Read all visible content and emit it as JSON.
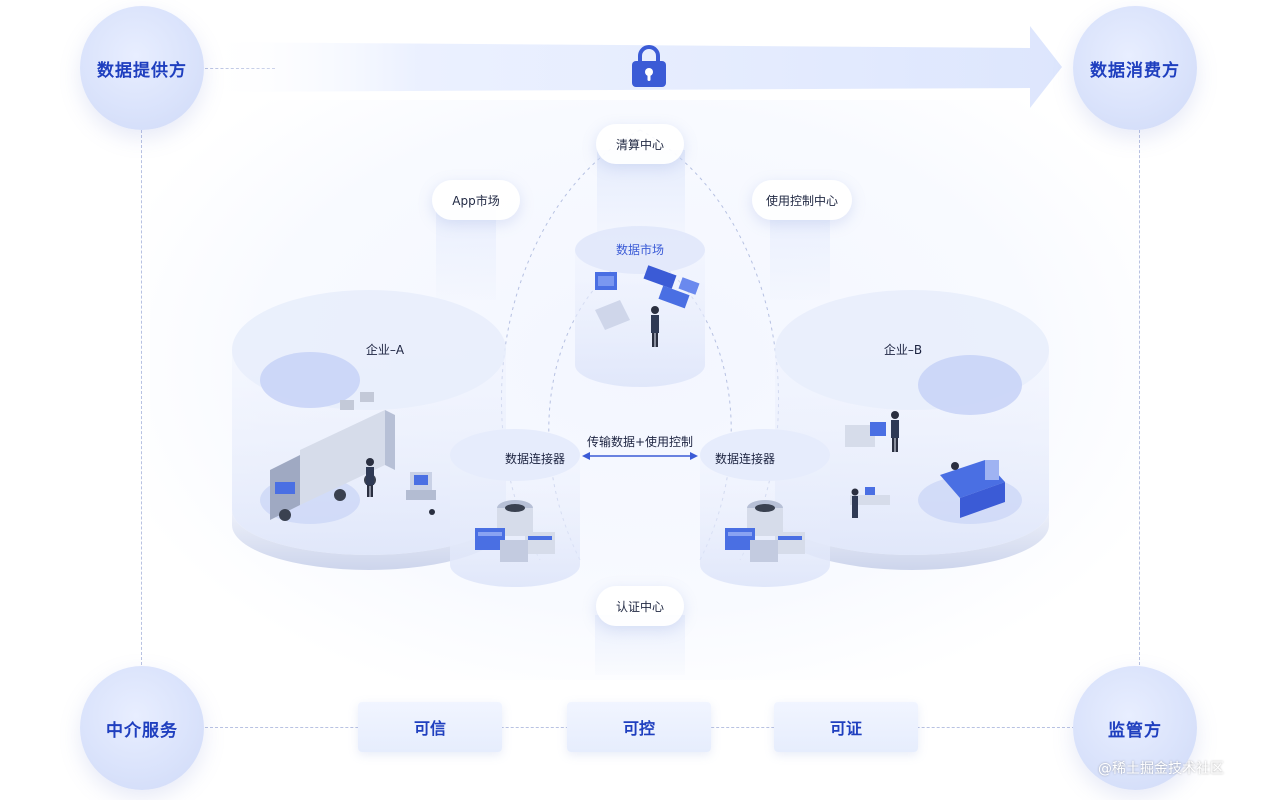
{
  "roles": {
    "provider": "数据提供方",
    "consumer": "数据消费方",
    "intermediary": "中介服务",
    "regulator": "监管方"
  },
  "centers": {
    "clearing": "清算中心",
    "app_market": "App市场",
    "usage_control": "使用控制中心",
    "data_market": "数据市场",
    "certification": "认证中心"
  },
  "enterprises": {
    "a": "企业–A",
    "b": "企业–B"
  },
  "connectors": {
    "left": "数据连接器",
    "right": "数据连接器",
    "link_label": "传输数据+使用控制"
  },
  "trust_pillars": [
    "可信",
    "可控",
    "可证"
  ],
  "watermark": "@稀土掘金技术社区",
  "colors": {
    "accent": "#1f3fbf",
    "platform": "#e6ecfb",
    "equipment": "#4a6fe3"
  },
  "icons": {
    "lock": "lock-icon",
    "arrow": "flow-arrow"
  }
}
